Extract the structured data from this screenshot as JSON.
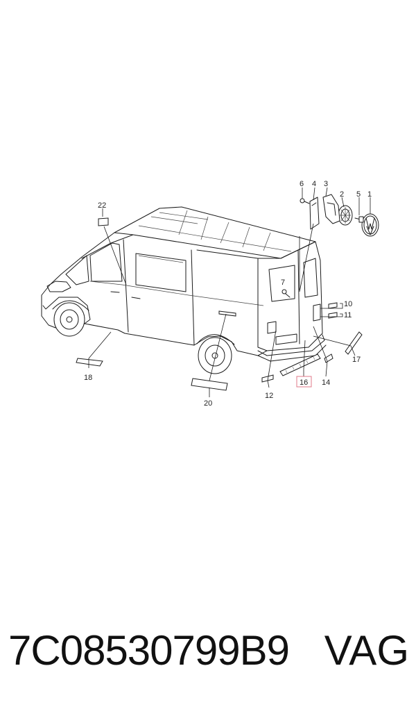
{
  "callouts": [
    {
      "id": "c1",
      "text": "1"
    },
    {
      "id": "c2",
      "text": "2"
    },
    {
      "id": "c3",
      "text": "3"
    },
    {
      "id": "c4",
      "text": "4"
    },
    {
      "id": "c5",
      "text": "5"
    },
    {
      "id": "c6",
      "text": "6"
    },
    {
      "id": "c7",
      "text": "7"
    },
    {
      "id": "c10",
      "text": "10"
    },
    {
      "id": "c11",
      "text": "11"
    },
    {
      "id": "c12",
      "text": "12"
    },
    {
      "id": "c14",
      "text": "14"
    },
    {
      "id": "c16",
      "text": "16"
    },
    {
      "id": "c17",
      "text": "17"
    },
    {
      "id": "c18",
      "text": "18"
    },
    {
      "id": "c20",
      "text": "20"
    },
    {
      "id": "c22",
      "text": "22"
    }
  ],
  "highlight": {
    "callout": "16",
    "color": "#e07a8a"
  },
  "footer": {
    "part_number": "7C08530799B9",
    "brand": "VAG"
  }
}
